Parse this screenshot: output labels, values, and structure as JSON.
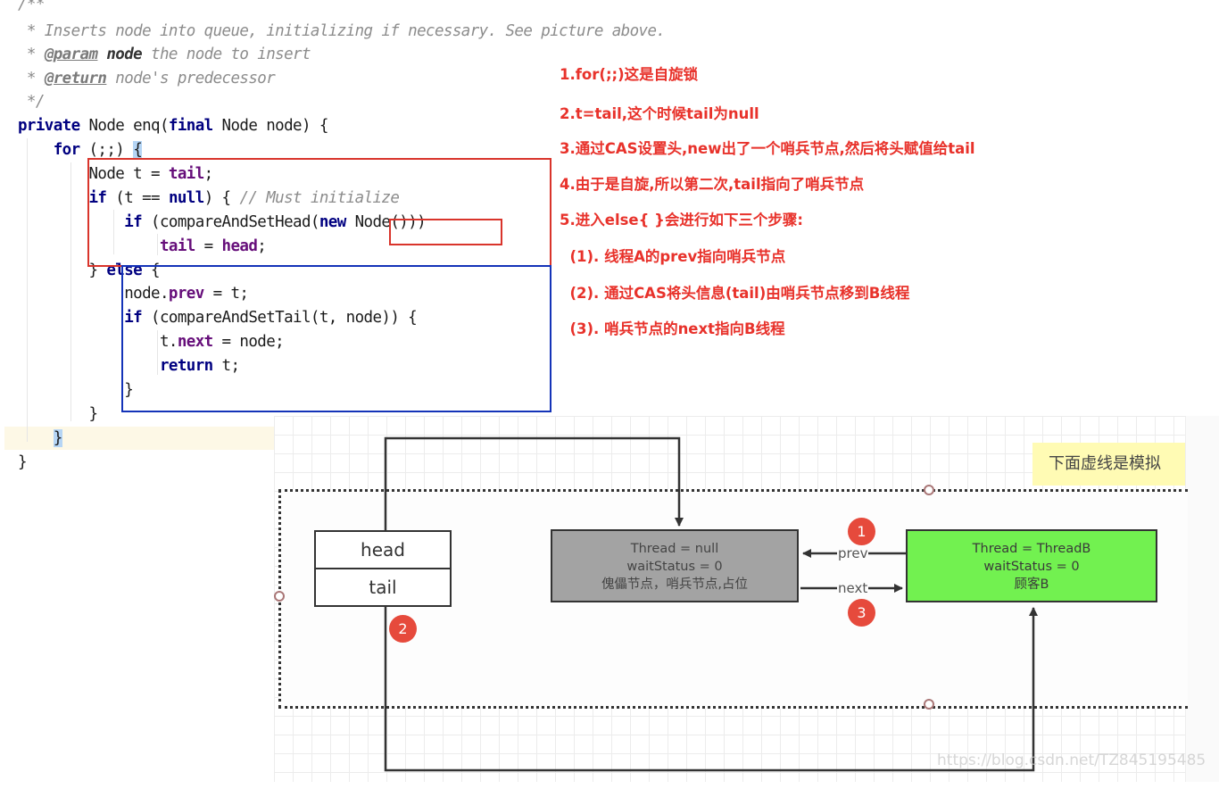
{
  "code": {
    "lines": [
      {
        "segments": [
          {
            "t": "/**",
            "c": "cm"
          }
        ]
      },
      {
        "segments": [
          {
            "t": " * Inserts node into queue, initializing if necessary. See picture above.",
            "c": "cm"
          }
        ]
      },
      {
        "segments": [
          {
            "t": " * ",
            "c": "cm"
          },
          {
            "t": "@param",
            "c": "tag"
          },
          {
            "t": " ",
            "c": "cm"
          },
          {
            "t": "node",
            "c": "tagname"
          },
          {
            "t": " the node to insert",
            "c": "cm"
          }
        ]
      },
      {
        "segments": [
          {
            "t": " * ",
            "c": "cm"
          },
          {
            "t": "@return",
            "c": "tag"
          },
          {
            "t": " node's predecessor",
            "c": "cm"
          }
        ]
      },
      {
        "segments": [
          {
            "t": " */",
            "c": "cm"
          }
        ]
      },
      {
        "segments": [
          {
            "t": "private",
            "c": "kw"
          },
          {
            "t": " Node enq(",
            "c": ""
          },
          {
            "t": "final",
            "c": "kw"
          },
          {
            "t": " Node node) {",
            "c": ""
          }
        ]
      },
      {
        "segments": [
          {
            "t": "    ",
            "c": ""
          },
          {
            "t": "for",
            "c": "kw"
          },
          {
            "t": " (;;) ",
            "c": ""
          },
          {
            "t": "{",
            "c": "brace-hl"
          }
        ]
      },
      {
        "segments": [
          {
            "t": "        Node t = ",
            "c": ""
          },
          {
            "t": "tail",
            "c": "fld"
          },
          {
            "t": ";",
            "c": ""
          }
        ]
      },
      {
        "segments": [
          {
            "t": "        ",
            "c": ""
          },
          {
            "t": "if",
            "c": "kw"
          },
          {
            "t": " (t == ",
            "c": ""
          },
          {
            "t": "null",
            "c": "kw"
          },
          {
            "t": ") { ",
            "c": ""
          },
          {
            "t": "// Must initialize",
            "c": "cm"
          }
        ]
      },
      {
        "segments": [
          {
            "t": "            ",
            "c": ""
          },
          {
            "t": "if",
            "c": "kw"
          },
          {
            "t": " (compareAndSetHead(",
            "c": ""
          },
          {
            "t": "new",
            "c": "kw"
          },
          {
            "t": " Node()))",
            "c": ""
          }
        ]
      },
      {
        "segments": [
          {
            "t": "                ",
            "c": ""
          },
          {
            "t": "tail",
            "c": "fld"
          },
          {
            "t": " = ",
            "c": ""
          },
          {
            "t": "head",
            "c": "fld"
          },
          {
            "t": ";",
            "c": ""
          }
        ]
      },
      {
        "segments": [
          {
            "t": "        } ",
            "c": ""
          },
          {
            "t": "else",
            "c": "kw"
          },
          {
            "t": " {",
            "c": ""
          }
        ]
      },
      {
        "segments": [
          {
            "t": "            node.",
            "c": ""
          },
          {
            "t": "prev",
            "c": "fld"
          },
          {
            "t": " = t;",
            "c": ""
          }
        ]
      },
      {
        "segments": [
          {
            "t": "            ",
            "c": ""
          },
          {
            "t": "if",
            "c": "kw"
          },
          {
            "t": " (compareAndSetTail(t, node)) {",
            "c": ""
          }
        ]
      },
      {
        "segments": [
          {
            "t": "                t.",
            "c": ""
          },
          {
            "t": "next",
            "c": "fld"
          },
          {
            "t": " = node;",
            "c": ""
          }
        ]
      },
      {
        "segments": [
          {
            "t": "                ",
            "c": ""
          },
          {
            "t": "return",
            "c": "kw"
          },
          {
            "t": " t;",
            "c": ""
          }
        ]
      },
      {
        "segments": [
          {
            "t": "            }",
            "c": ""
          }
        ]
      },
      {
        "segments": [
          {
            "t": "        }",
            "c": ""
          }
        ]
      },
      {
        "segments": [
          {
            "t": "    ",
            "c": ""
          },
          {
            "t": "}",
            "c": "brace-hl"
          }
        ]
      },
      {
        "segments": [
          {
            "t": "}",
            "c": ""
          }
        ]
      }
    ]
  },
  "notes": {
    "color": "#e8322b",
    "items": [
      "1.for(;;)这是自旋锁",
      "2.t=tail,这个时候tail为null",
      "3.通过CAS设置头,new出了一个哨兵节点,然后将头赋值给tail",
      "4.由于是自旋,所以第二次,tail指向了哨兵节点",
      "5.进入else{ }会进行如下三个步骤:",
      "  (1). 线程A的prev指向哨兵节点",
      "  (2). 通过CAS将头信息(tail)由哨兵节点移到B线程",
      "  (3). 哨兵节点的next指向B线程"
    ]
  },
  "diagram": {
    "head_tail_box": {
      "head": "head",
      "tail": "tail"
    },
    "sentinel_node": {
      "lines": [
        "Thread = null",
        "waitStatus = 0",
        "傀儡节点，哨兵节点,占位"
      ],
      "color": "#a3a3a3"
    },
    "thread_b_node": {
      "lines": [
        "Thread = ThreadB",
        "waitStatus = 0",
        "顾客B"
      ],
      "color": "#72f150"
    },
    "edges": {
      "prev": "prev",
      "next": "next"
    },
    "badges": [
      "1",
      "2",
      "3"
    ],
    "badge_color": "#e64a3c",
    "sticky_note": "下面虚线是模拟"
  },
  "watermark": "https://blog.csdn.net/TZ845195485"
}
